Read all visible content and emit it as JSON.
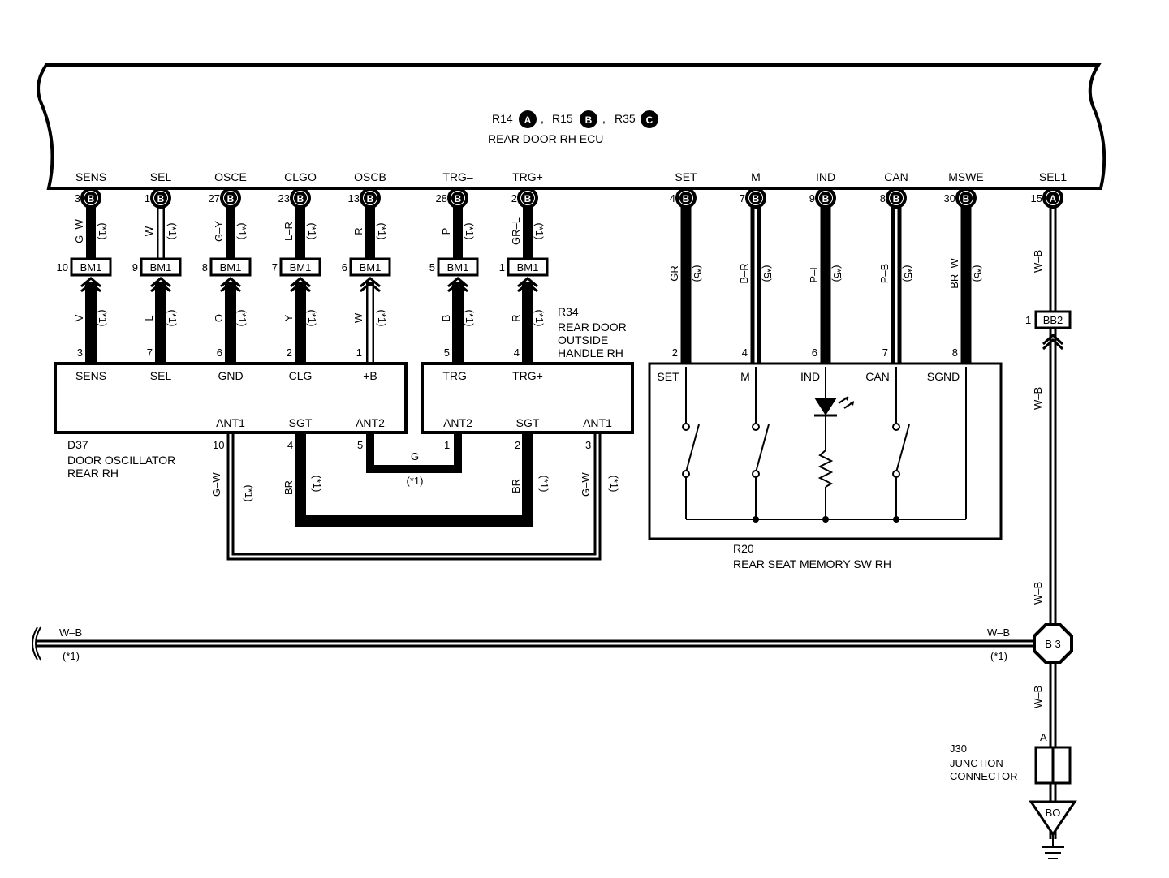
{
  "ecu": {
    "refs": [
      {
        "code": "R14",
        "letter": "A"
      },
      {
        "code": "R15",
        "letter": "B"
      },
      {
        "code": "R35",
        "letter": "C"
      }
    ],
    "name": "REAR DOOR RH ECU",
    "terminals": [
      {
        "name": "SENS",
        "pin": "3",
        "conn": "B",
        "wire": "G–W",
        "note": "(*1)",
        "bm_pin": "10",
        "wire2": "V",
        "note2": "(*1)",
        "dest_pin": "3",
        "thick": "thick"
      },
      {
        "name": "SEL",
        "pin": "1",
        "conn": "B",
        "wire": "W",
        "note": "(*1)",
        "bm_pin": "9",
        "wire2": "L",
        "note2": "(*1)",
        "dest_pin": "7",
        "thick": "white-top"
      },
      {
        "name": "OSCE",
        "pin": "27",
        "conn": "B",
        "wire": "G–Y",
        "note": "(*1)",
        "bm_pin": "8",
        "wire2": "O",
        "note2": "(*1)",
        "dest_pin": "6",
        "thick": "thick"
      },
      {
        "name": "CLGO",
        "pin": "23",
        "conn": "B",
        "wire": "L–R",
        "note": "(*1)",
        "bm_pin": "7",
        "wire2": "Y",
        "note2": "(*1)",
        "dest_pin": "2",
        "thick": "thick"
      },
      {
        "name": "OSCB",
        "pin": "13",
        "conn": "B",
        "wire": "R",
        "note": "(*1)",
        "bm_pin": "6",
        "wire2": "W",
        "note2": "(*1)",
        "dest_pin": "1",
        "thick": "white-bottom"
      },
      {
        "name": "TRG–",
        "pin": "28",
        "conn": "B",
        "wire": "P",
        "note": "(*1)",
        "bm_pin": "5",
        "wire2": "B",
        "note2": "(*1)",
        "dest_pin": "5",
        "thick": "thick"
      },
      {
        "name": "TRG+",
        "pin": "2",
        "conn": "B",
        "wire": "GR–L",
        "note": "(*1)",
        "bm_pin": "1",
        "wire2": "R",
        "note2": "(*1)",
        "dest_pin": "4",
        "thick": "thick"
      },
      {
        "name": "SET",
        "pin": "4",
        "conn": "B",
        "wire": "GR",
        "note": "(*5)",
        "dest_pin": "2"
      },
      {
        "name": "M",
        "pin": "7",
        "conn": "B",
        "wire": "B–R",
        "note": "(*5)",
        "dest_pin": "4"
      },
      {
        "name": "IND",
        "pin": "9",
        "conn": "B",
        "wire": "P–L",
        "note": "(*5)",
        "dest_pin": "6"
      },
      {
        "name": "CAN",
        "pin": "8",
        "conn": "B",
        "wire": "P–B",
        "note": "(*5)",
        "dest_pin": "7"
      },
      {
        "name": "MSWE",
        "pin": "30",
        "conn": "B",
        "wire": "BR–W",
        "note": "(*5)",
        "dest_pin": "8"
      },
      {
        "name": "SEL1",
        "pin": "15",
        "conn": "A"
      }
    ]
  },
  "bm_connector": "BM1",
  "d37": {
    "code": "D37",
    "name_line1": "DOOR OSCILLATOR",
    "name_line2": "REAR RH",
    "top_pins": [
      "SENS",
      "SEL",
      "GND",
      "CLG",
      "+B"
    ],
    "bottom_pins": [
      {
        "name": "ANT1",
        "num": "10"
      },
      {
        "name": "SGT",
        "num": "4"
      },
      {
        "name": "ANT2",
        "num": "5"
      }
    ]
  },
  "r34": {
    "code": "R34",
    "name_line1": "REAR DOOR",
    "name_line2": "OUTSIDE",
    "name_line3": "HANDLE RH",
    "top_pins": [
      "TRG–",
      "TRG+"
    ],
    "bottom_pins": [
      {
        "name": "ANT2",
        "num": "1"
      },
      {
        "name": "SGT",
        "num": "2"
      },
      {
        "name": "ANT1",
        "num": "3"
      }
    ]
  },
  "r20": {
    "code": "R20",
    "name": "REAR SEAT MEMORY SW RH",
    "pins": [
      "SET",
      "M",
      "IND",
      "CAN",
      "SGND"
    ]
  },
  "lower_wires": {
    "ant1_left": {
      "color": "G–W",
      "note": "(*1)"
    },
    "sgt_left": {
      "color": "BR",
      "note": "(*1)"
    },
    "ant2": {
      "color": "G",
      "note": "(*1)"
    },
    "sgt_right": {
      "color": "BR",
      "note": "(*1)"
    },
    "ant1_right": {
      "color": "G–W",
      "note": "(*1)"
    }
  },
  "ground_path": {
    "wire_top": "W–B",
    "bb2": {
      "label": "BB2",
      "pin": "1"
    },
    "wire_mid": "W–B",
    "wire_lower": "W–B",
    "bus_left_label": "W–B",
    "bus_left_note": "(*1)",
    "bus_right_label": "W–B",
    "bus_right_note": "(*1)",
    "junction": "B 3",
    "wire_bottom": "W–B",
    "j30": {
      "code": "J30",
      "line1": "JUNCTION",
      "line2": "CONNECTOR",
      "pin": "A"
    },
    "ground": "BO"
  }
}
